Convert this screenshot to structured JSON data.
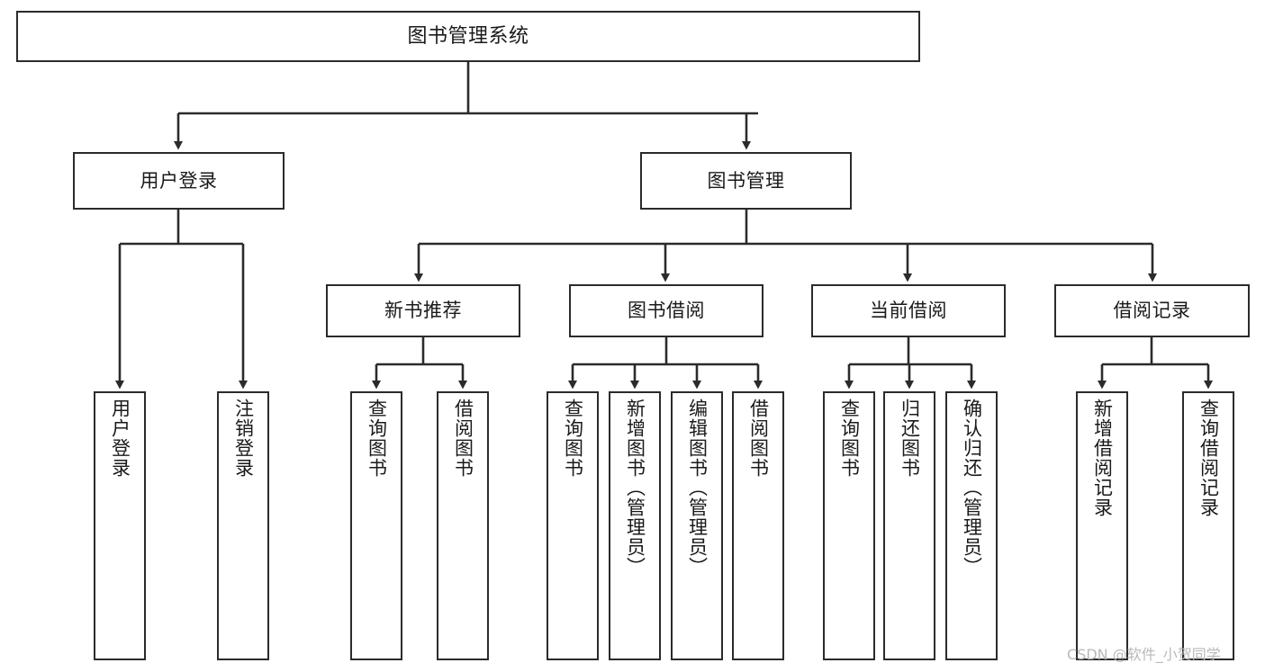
{
  "diagram": {
    "title": "图书管理系统",
    "type": "tree-hierarchy-diagram",
    "colors": {
      "box_border": "#2b2b2b",
      "box_fill": "#ffffff",
      "edge": "#2b2b2b",
      "background": "#ffffff",
      "watermark": "#b9b9b9"
    },
    "nodes": {
      "root": {
        "label": "图书管理系统"
      },
      "level2": [
        {
          "label": "用户登录"
        },
        {
          "label": "图书管理"
        }
      ],
      "level3": [
        {
          "label": "新书推荐"
        },
        {
          "label": "图书借阅"
        },
        {
          "label": "当前借阅"
        },
        {
          "label": "借阅记录"
        }
      ],
      "leaves_user_login": [
        {
          "label": "用户登录"
        },
        {
          "label": "注销登录"
        }
      ],
      "leaves_new_book": [
        {
          "label": "查询图书"
        },
        {
          "label": "借阅图书"
        }
      ],
      "leaves_borrow": [
        {
          "label": "查询图书"
        },
        {
          "label": "新增图书（管理员）"
        },
        {
          "label": "编辑图书（管理员）"
        },
        {
          "label": "借阅图书"
        }
      ],
      "leaves_current": [
        {
          "label": "查询图书"
        },
        {
          "label": "归还图书"
        },
        {
          "label": "确认归还（管理员）"
        }
      ],
      "leaves_record": [
        {
          "label": "新增借阅记录"
        },
        {
          "label": "查询借阅记录"
        }
      ]
    },
    "watermark": "CSDN @软件_小贺同学"
  }
}
